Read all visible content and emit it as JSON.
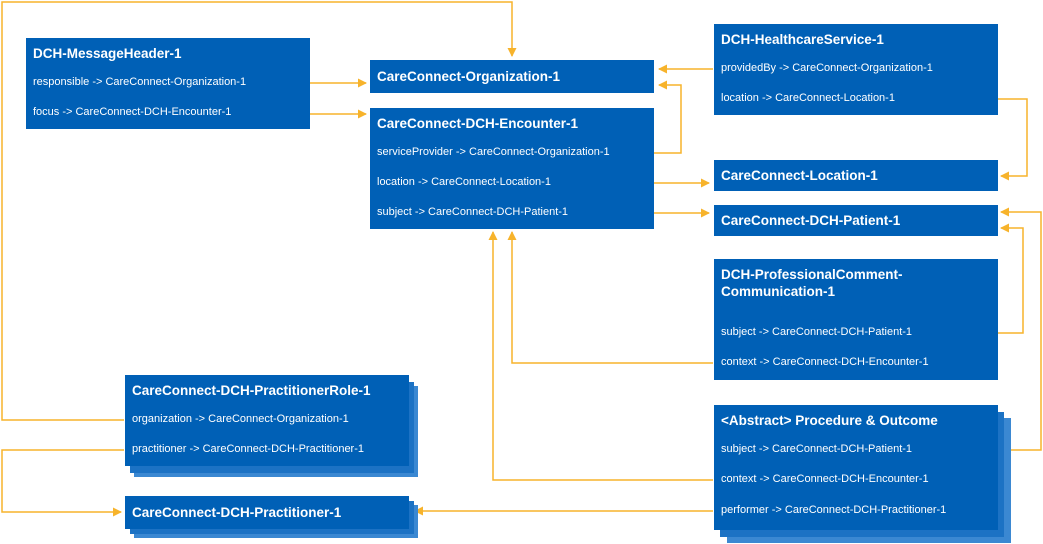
{
  "colors": {
    "box": "#0060b6",
    "box_text": "#ffffff",
    "connector": "#f7b32b"
  },
  "boxes": {
    "message_header": {
      "title": "DCH-MessageHeader-1",
      "rows": [
        "responsible -> CareConnect-Organization-1",
        "focus -> CareConnect-DCH-Encounter-1"
      ]
    },
    "organization": {
      "title": "CareConnect-Organization-1"
    },
    "encounter": {
      "title": "CareConnect-DCH-Encounter-1",
      "rows": [
        "serviceProvider -> CareConnect-Organization-1",
        "location -> CareConnect-Location-1",
        "subject -> CareConnect-DCH-Patient-1"
      ]
    },
    "healthcare_service": {
      "title": "DCH-HealthcareService-1",
      "rows": [
        "providedBy -> CareConnect-Organization-1",
        "location -> CareConnect-Location-1"
      ]
    },
    "location": {
      "title": "CareConnect-Location-1"
    },
    "patient": {
      "title": "CareConnect-DCH-Patient-1"
    },
    "professional_comment": {
      "title": "DCH-ProfessionalComment-Communication-1",
      "rows": [
        "subject  -> CareConnect-DCH-Patient-1",
        "context -> CareConnect-DCH-Encounter-1"
      ]
    },
    "practitioner_role": {
      "title": "CareConnect-DCH-PractitionerRole-1",
      "rows": [
        "organization -> CareConnect-Organization-1",
        "practitioner -> CareConnect-DCH-Practitioner-1"
      ]
    },
    "procedure_outcome": {
      "title": "<Abstract> Procedure & Outcome",
      "rows": [
        "subject  -> CareConnect-DCH-Patient-1",
        "context -> CareConnect-DCH-Encounter-1",
        "performer -> CareConnect-DCH-Practitioner-1"
      ]
    },
    "practitioner": {
      "title": "CareConnect-DCH-Practitioner-1"
    }
  }
}
